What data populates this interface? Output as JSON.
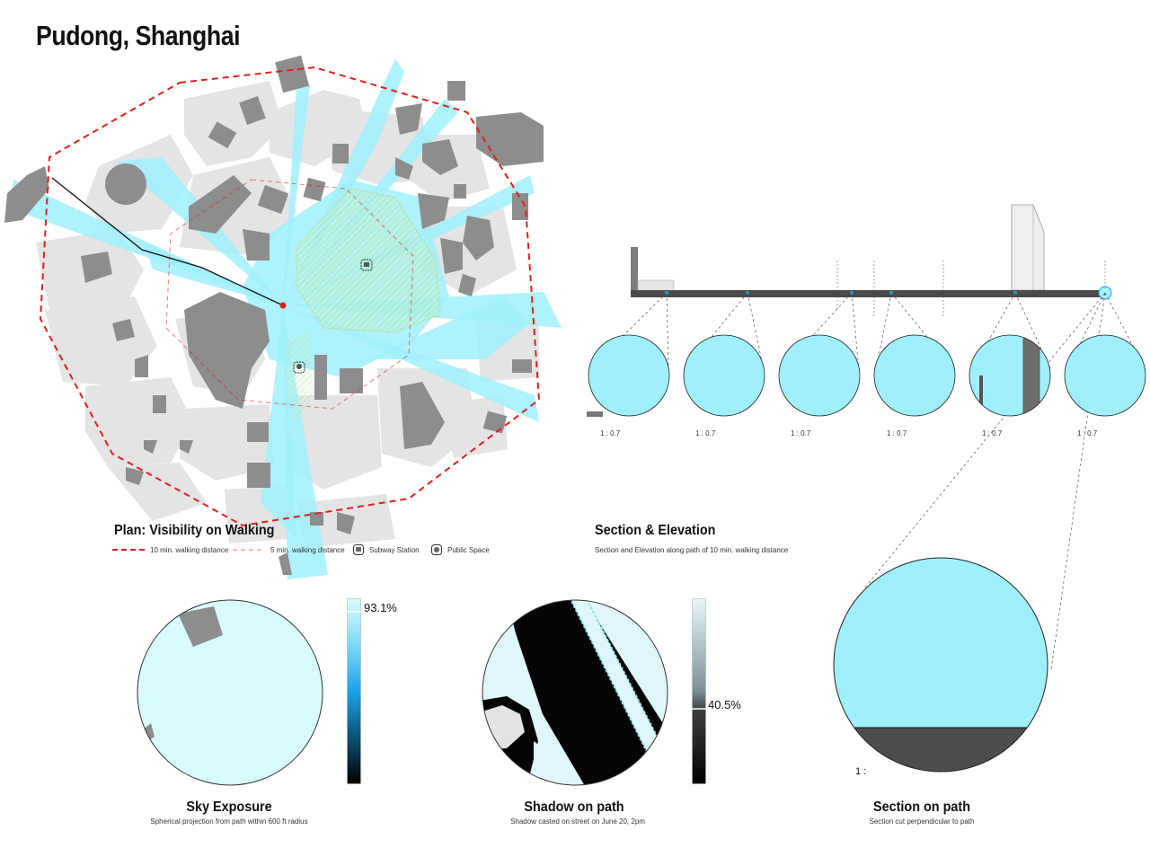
{
  "title": "Pudong, Shanghai",
  "plan": {
    "heading": "Plan: Visibility on Walking",
    "legend": [
      {
        "label": "10 min. walking distance",
        "icon": "red-dashed-line"
      },
      {
        "label": "5 min. walking distance",
        "icon": "thin-red-dashed-line"
      },
      {
        "label": "Subway Station",
        "icon": "subway-station-icon"
      },
      {
        "label": "Public Space",
        "icon": "public-space-icon"
      }
    ]
  },
  "section_elevation": {
    "heading": "Section & Elevation",
    "caption": "Section and Elevation along path of 10 min. walking distance",
    "scale_labels": [
      "1 : 0.7",
      "1 : 0.7",
      "1 : 0.7",
      "1 : 0.7",
      "1 : 0.7",
      "1 : 0.7"
    ]
  },
  "sky_exposure": {
    "heading": "Sky Exposure",
    "caption": "Spherical projection from path within 600 ft radius",
    "value_label": "93.1%",
    "value": 93.1
  },
  "shadow": {
    "heading": "Shadow on path",
    "caption": "Shadow casted on street on June 20, 2pm",
    "value_label": "40.5%",
    "value": 40.5
  },
  "section_on_path": {
    "heading": "Section on path",
    "caption": "Section cut perpendicular to path",
    "scale_label": "1 :"
  },
  "colors": {
    "sky": "#9ff0fc",
    "sky_pale": "#d8fbfd",
    "red": "#e0201e",
    "building": "#8d8d8d",
    "block": "#e4e4e4",
    "ground": "#4d4d4d",
    "bar_accent": "#1aa3e8"
  }
}
